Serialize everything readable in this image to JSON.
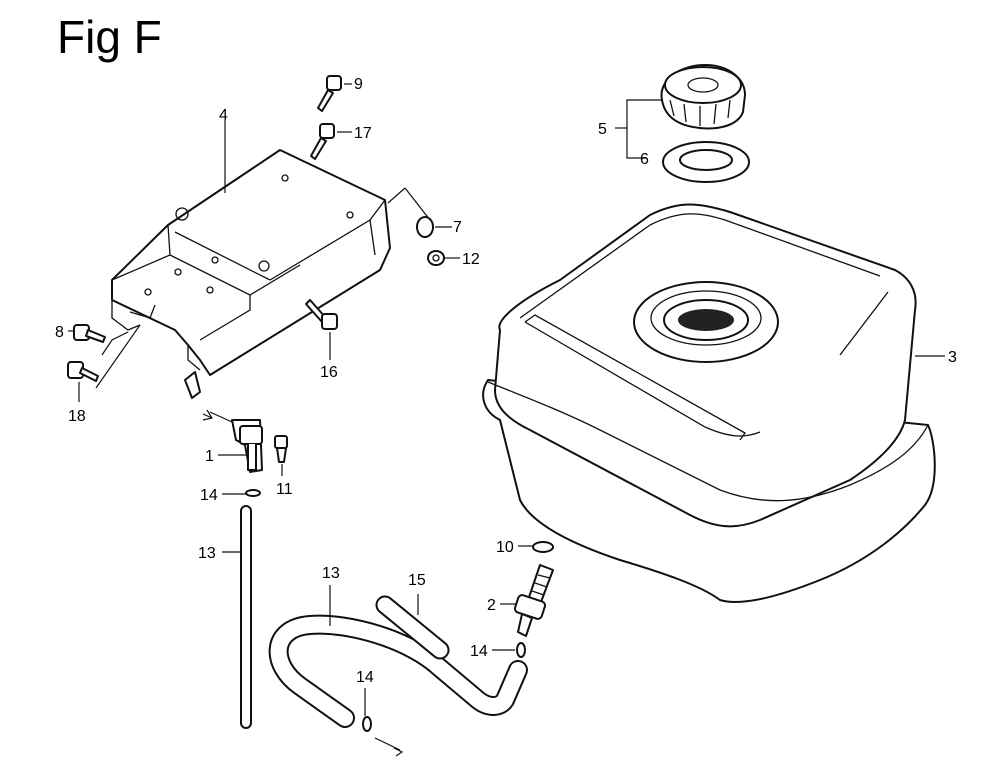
{
  "figure": {
    "title": "Fig F"
  },
  "callouts": {
    "c1": "1",
    "c2": "2",
    "c3": "3",
    "c4": "4",
    "c5": "5",
    "c6": "6",
    "c7": "7",
    "c8": "8",
    "c9": "9",
    "c10": "10",
    "c11": "11",
    "c12": "12",
    "c13a": "13",
    "c13b": "13",
    "c14a": "14",
    "c14b": "14",
    "c14c": "14",
    "c15": "15",
    "c16": "16",
    "c17": "17",
    "c18": "18"
  }
}
